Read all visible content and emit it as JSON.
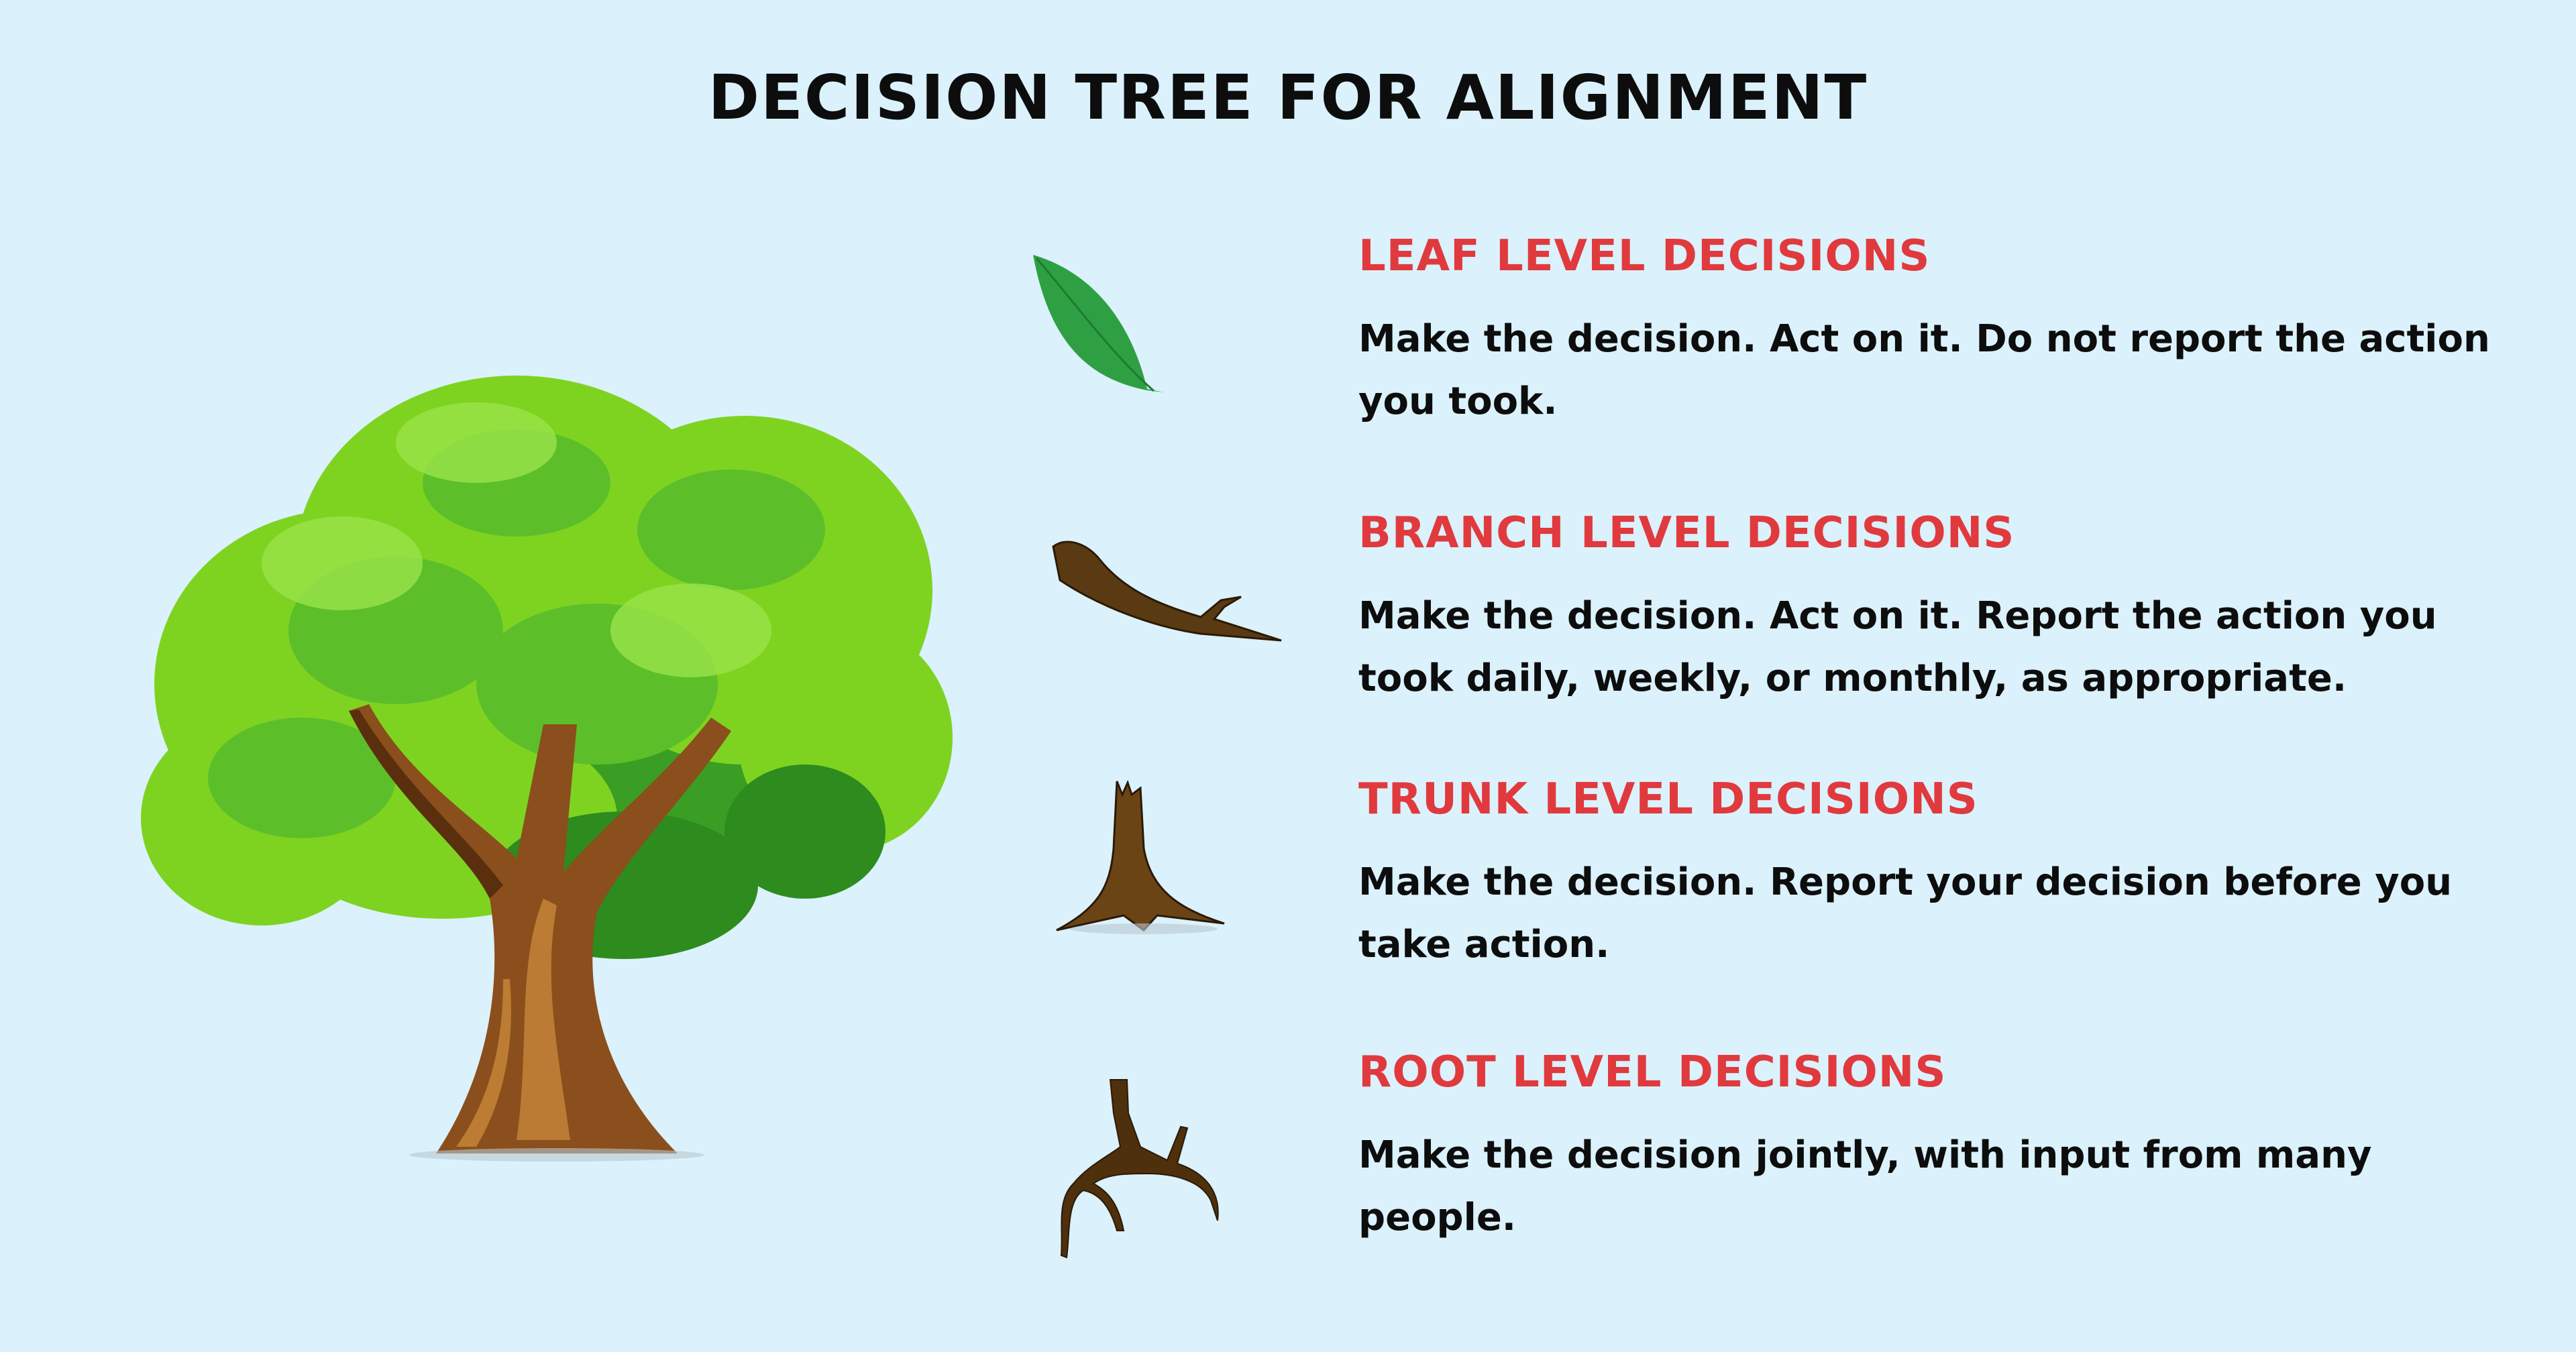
{
  "title": "DECISION TREE FOR ALIGNMENT",
  "colors": {
    "background": "#dbf1fb",
    "heading": "#e03a3e",
    "text": "#0d0d0d",
    "leaf": "#2ea043",
    "wood": "#5a3a12",
    "foliage_light": "#7ed321",
    "foliage_dark": "#2e8b1e"
  },
  "illustration": {
    "name": "tree-illustration"
  },
  "sections": [
    {
      "icon": "leaf-icon",
      "heading": "LEAF LEVEL DECISIONS",
      "text": "Make the decision. Act on it. Do not report the action you took."
    },
    {
      "icon": "branch-icon",
      "heading": "BRANCH LEVEL DECISIONS",
      "text": "Make the decision. Act on it. Report the action you took daily, weekly, or monthly, as appropriate."
    },
    {
      "icon": "trunk-icon",
      "heading": "TRUNK LEVEL DECISIONS",
      "text": "Make the decision. Report your decision before you take action."
    },
    {
      "icon": "root-icon",
      "heading": "ROOT LEVEL DECISIONS",
      "text": "Make the decision jointly, with input from many people."
    }
  ]
}
